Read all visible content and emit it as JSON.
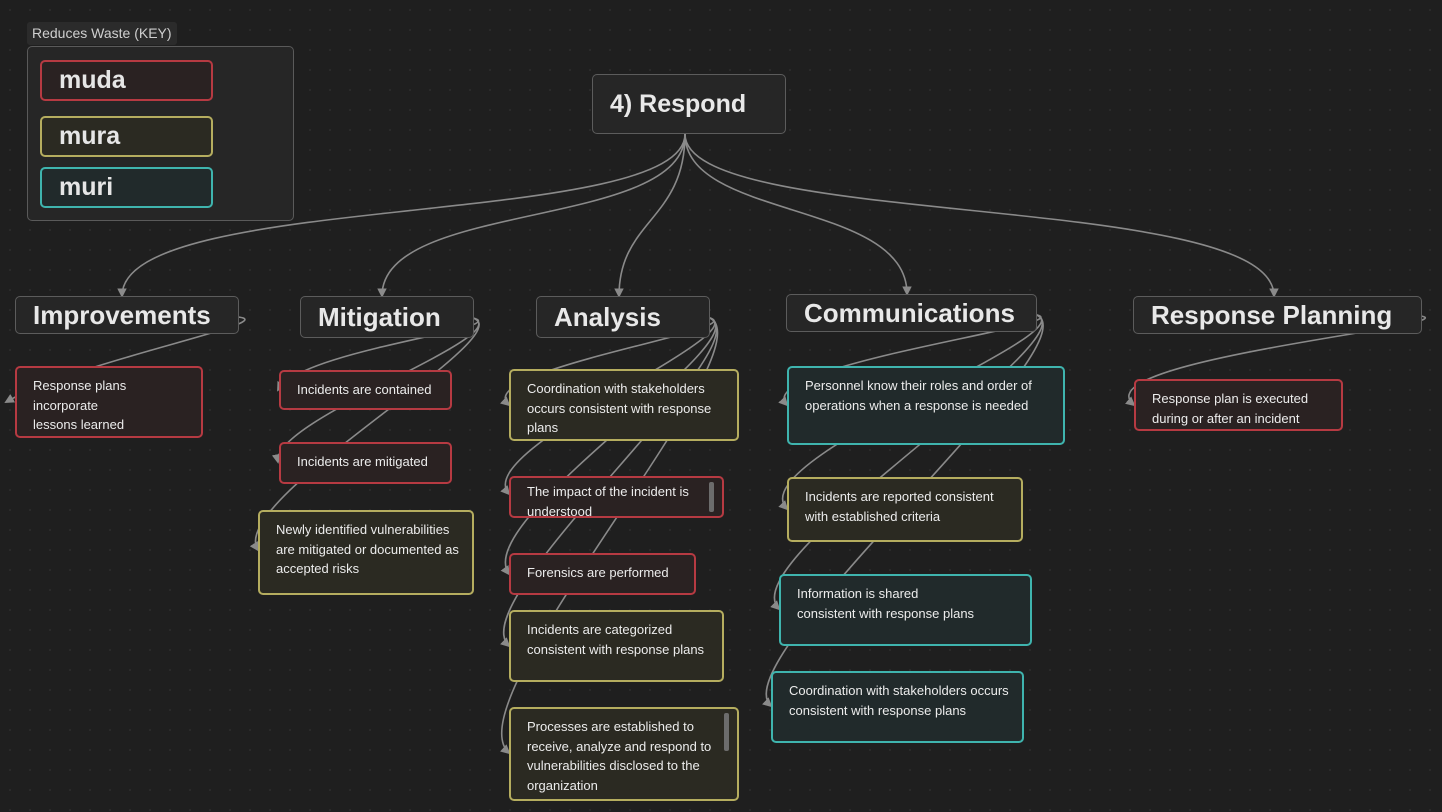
{
  "key": {
    "label": "Reduces Waste (KEY)",
    "items": [
      {
        "label": "muda",
        "category": "muda"
      },
      {
        "label": "mura",
        "category": "mura"
      },
      {
        "label": "muri",
        "category": "muri"
      }
    ]
  },
  "colors": {
    "muda": "#b63a42",
    "mura": "#b5ad5f",
    "muri": "#3fb4ae",
    "edge": "#8a8a8a",
    "background": "#1f1f1f"
  },
  "root": {
    "label": "4) Respond"
  },
  "categories": {
    "improvements": {
      "label": "Improvements",
      "items": [
        {
          "text": "Response plans incorporate lessons learned",
          "category": "muda"
        }
      ]
    },
    "mitigation": {
      "label": "Mitigation",
      "items": [
        {
          "text": "Incidents are contained",
          "category": "muda"
        },
        {
          "text": "Incidents are mitigated",
          "category": "muda"
        },
        {
          "text": "Newly identified vulnerabilities are mitigated or documented as accepted risks",
          "category": "mura"
        }
      ]
    },
    "analysis": {
      "label": "Analysis",
      "items": [
        {
          "text": "Coordination with stakeholders occurs consistent with response plans",
          "category": "mura"
        },
        {
          "text": "The impact of the incident is understood",
          "category": "muda"
        },
        {
          "text": "Forensics are performed",
          "category": "muda"
        },
        {
          "text": "Incidents are categorized consistent with response plans",
          "category": "mura"
        },
        {
          "text": "Processes are established to receive, analyze and respond to vulnerabilities disclosed to the organization",
          "category": "mura"
        }
      ]
    },
    "communications": {
      "label": "Communications",
      "items": [
        {
          "text": "Personnel know their roles and order of operations when a response is needed",
          "category": "muri"
        },
        {
          "text": "Incidents are reported consistent with established criteria",
          "category": "mura"
        },
        {
          "text": "Information is shared consistent with response plans",
          "category": "muri"
        },
        {
          "text": "Coordination with stakeholders occurs consistent with response plans",
          "category": "muri"
        }
      ]
    },
    "response_planning": {
      "label": "Response Planning",
      "items": [
        {
          "text": "Response plan is executed during or after an incident",
          "category": "muda"
        }
      ]
    }
  }
}
